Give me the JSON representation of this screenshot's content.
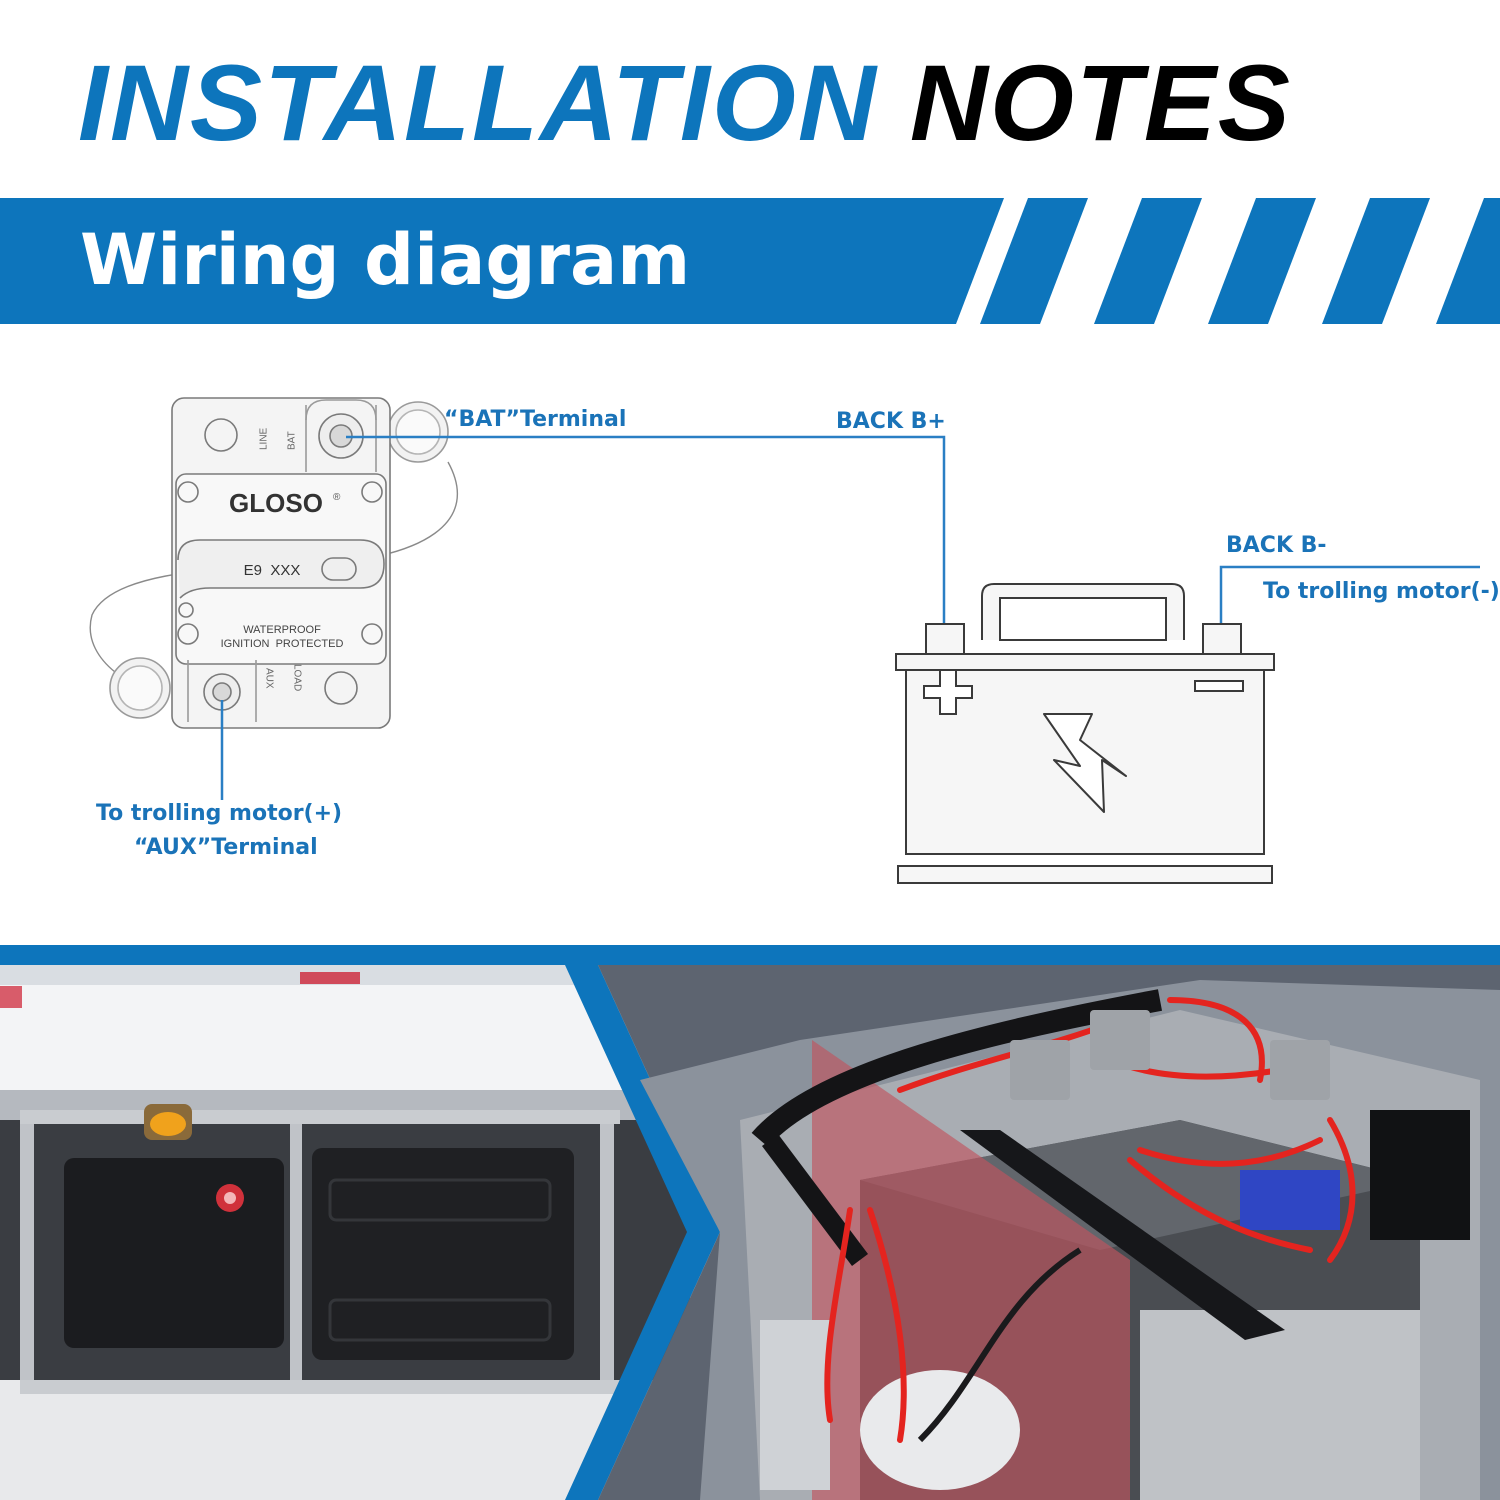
{
  "header": {
    "title_part1": "INSTALLATION",
    "title_part2": "NOTES",
    "section_title": "Wiring diagram"
  },
  "breaker": {
    "brand": "GLOSO",
    "registered_mark": "®",
    "model": "E9  XXX",
    "line1": "WATERPROOF",
    "line2": "IGNITION  PROTECTED",
    "top_left_vertical": "LINE",
    "top_right_vertical": "BAT",
    "bottom_left_vertical": "AUX",
    "bottom_right_vertical": "LOAD"
  },
  "labels": {
    "bat_terminal": "“BAT”Terminal",
    "back_b_plus": "BACK B+",
    "back_b_minus": "BACK B-",
    "trolling_neg": "To trolling motor(-)",
    "trolling_pos": "To trolling motor(+)",
    "aux_terminal": "“AUX”Terminal"
  },
  "colors": {
    "brand_blue": "#0d75bc",
    "label_blue": "#1a73b8",
    "wire_blue": "#2a7fc4"
  }
}
